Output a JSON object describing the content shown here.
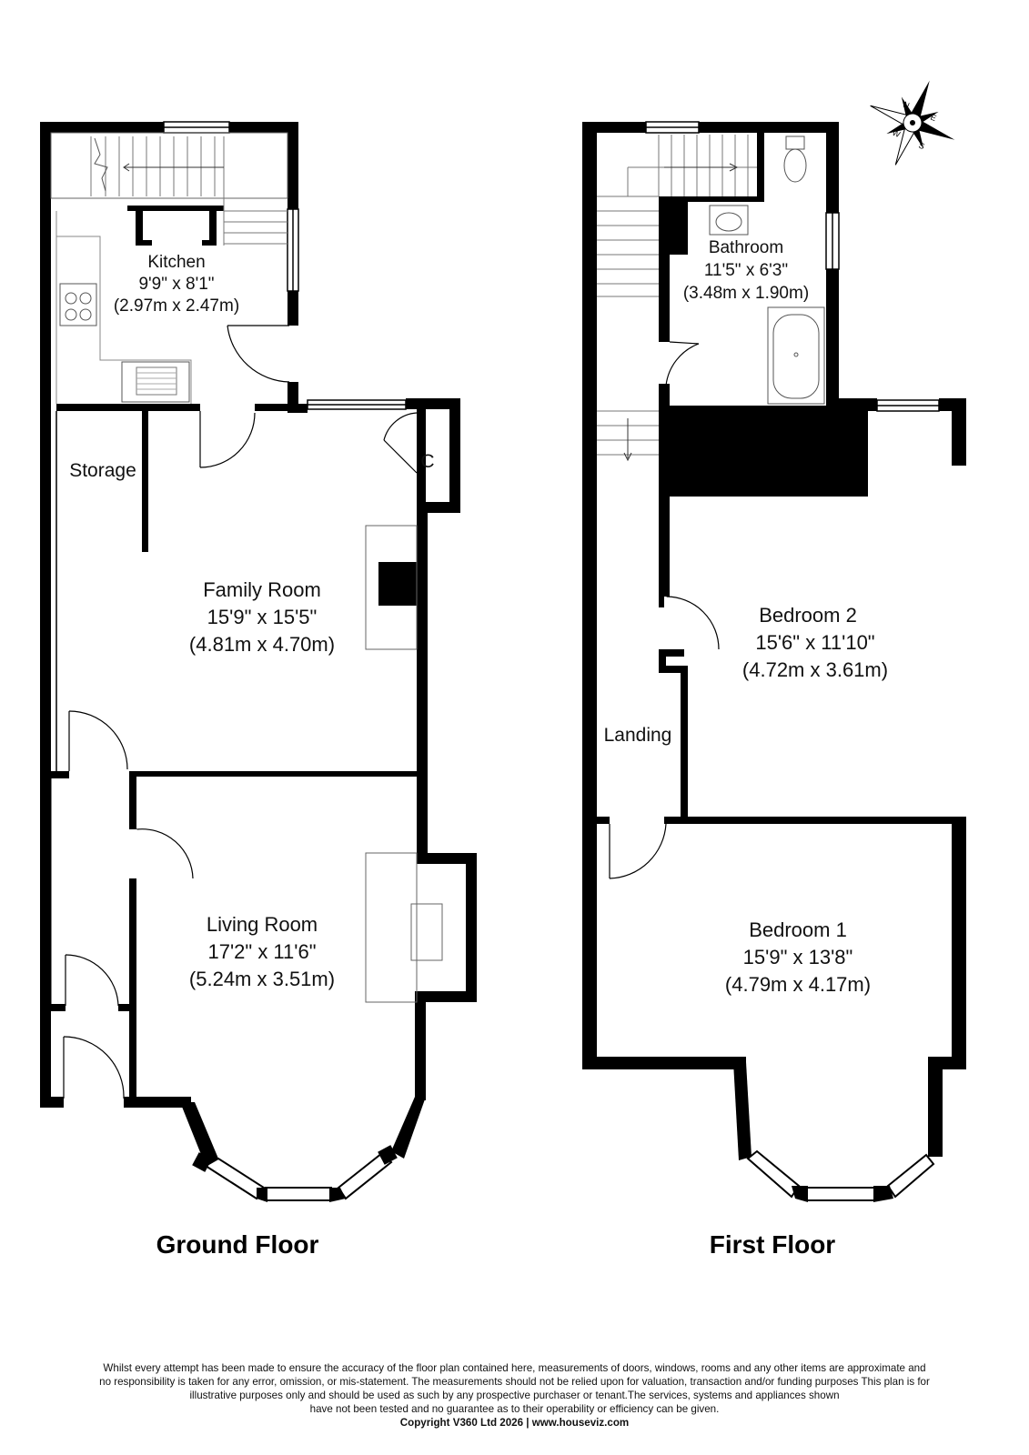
{
  "ground_floor": {
    "title": "Ground Floor",
    "kitchen": {
      "name": "Kitchen",
      "imperial": "9'9\" x 8'1\"",
      "metric": "(2.97m x 2.47m)"
    },
    "storage": {
      "name": "Storage"
    },
    "cupboard": {
      "name": "C"
    },
    "family_room": {
      "name": "Family Room",
      "imperial": "15'9\" x 15'5\"",
      "metric": "(4.81m x 4.70m)"
    },
    "living_room": {
      "name": "Living Room",
      "imperial": "17'2\" x 11'6\"",
      "metric": "(5.24m x 3.51m)"
    }
  },
  "first_floor": {
    "title": "First Floor",
    "bathroom": {
      "name": "Bathroom",
      "imperial": "11'5\" x 6'3\"",
      "metric": "(3.48m x 1.90m)"
    },
    "landing": {
      "name": "Landing"
    },
    "bedroom2": {
      "name": "Bedroom 2",
      "imperial": "15'6\" x 11'10\"",
      "metric": "(4.72m x 3.61m)"
    },
    "bedroom1": {
      "name": "Bedroom 1",
      "imperial": "15'9\" x 13'8\"",
      "metric": "(4.79m x 4.17m)"
    }
  },
  "compass": {
    "n": "N",
    "e": "E",
    "s": "S",
    "w": "W"
  },
  "disclaimer": {
    "lines": [
      "Whilst every attempt has been made to ensure the accuracy of the floor plan contained here, measurements of doors, windows, rooms and any other items are approximate and",
      "no responsibility is taken for any error, omission, or mis-statement.  The measurements should not be relied upon for valuation, transaction and/or funding purposes This plan is for",
      "illustrative purposes only and should be used as such by any prospective purchaser or tenant.The services, systems and appliances shown",
      "have not been tested and no guarantee as to their operability or efficiency can be given."
    ],
    "copyright": "Copyright V360 Ltd 2026 | www.houseviz.com"
  }
}
